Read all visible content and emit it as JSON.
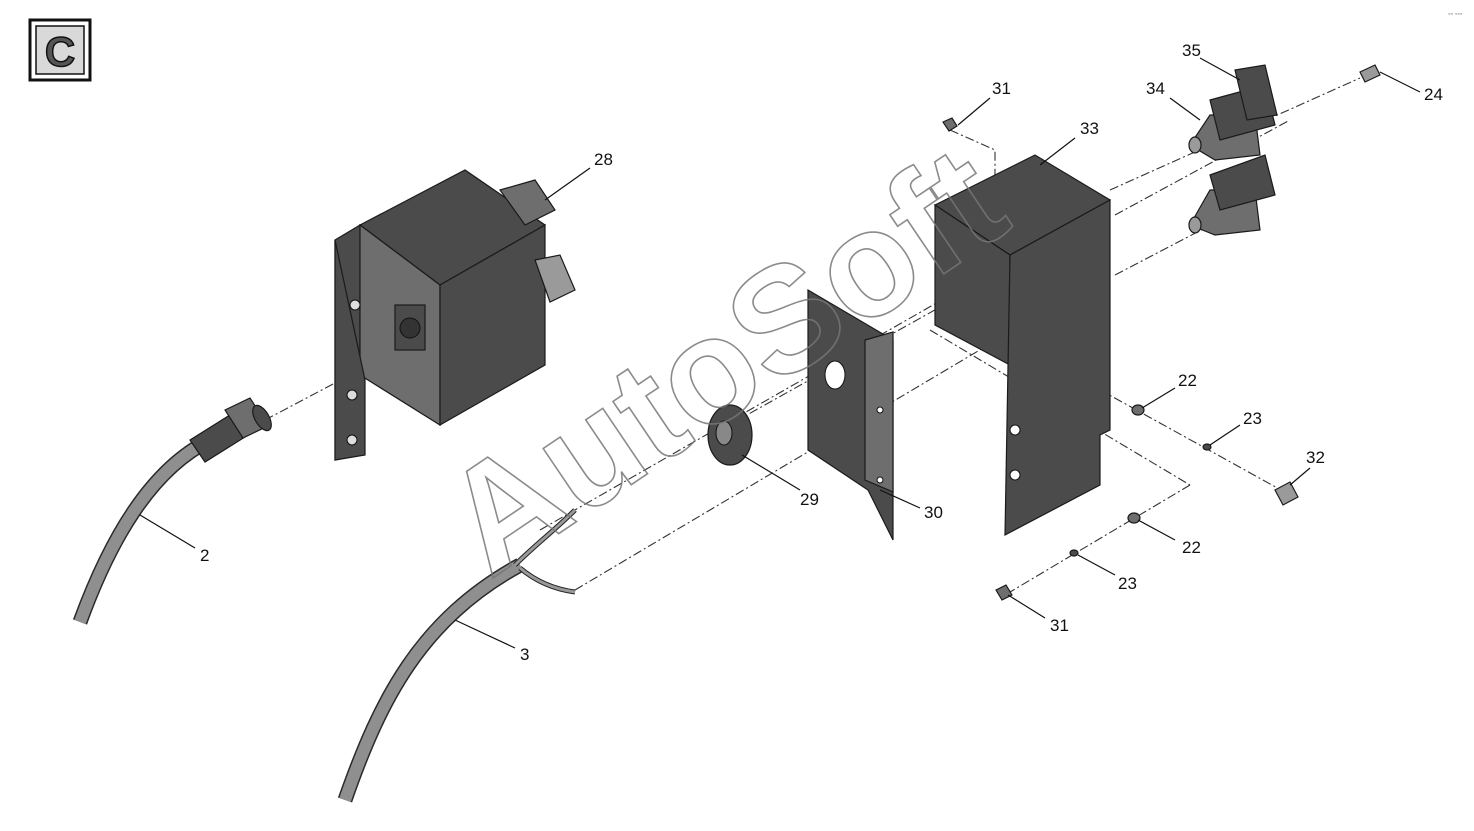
{
  "section_badge": "C",
  "watermark": "AutoSoft",
  "callouts": {
    "c2": "2",
    "c3": "3",
    "c22a": "22",
    "c22b": "22",
    "c23a": "23",
    "c23b": "23",
    "c24": "24",
    "c28": "28",
    "c29": "29",
    "c30": "30",
    "c31a": "31",
    "c31b": "31",
    "c32": "32",
    "c33": "33",
    "c34": "34",
    "c35": "35"
  }
}
